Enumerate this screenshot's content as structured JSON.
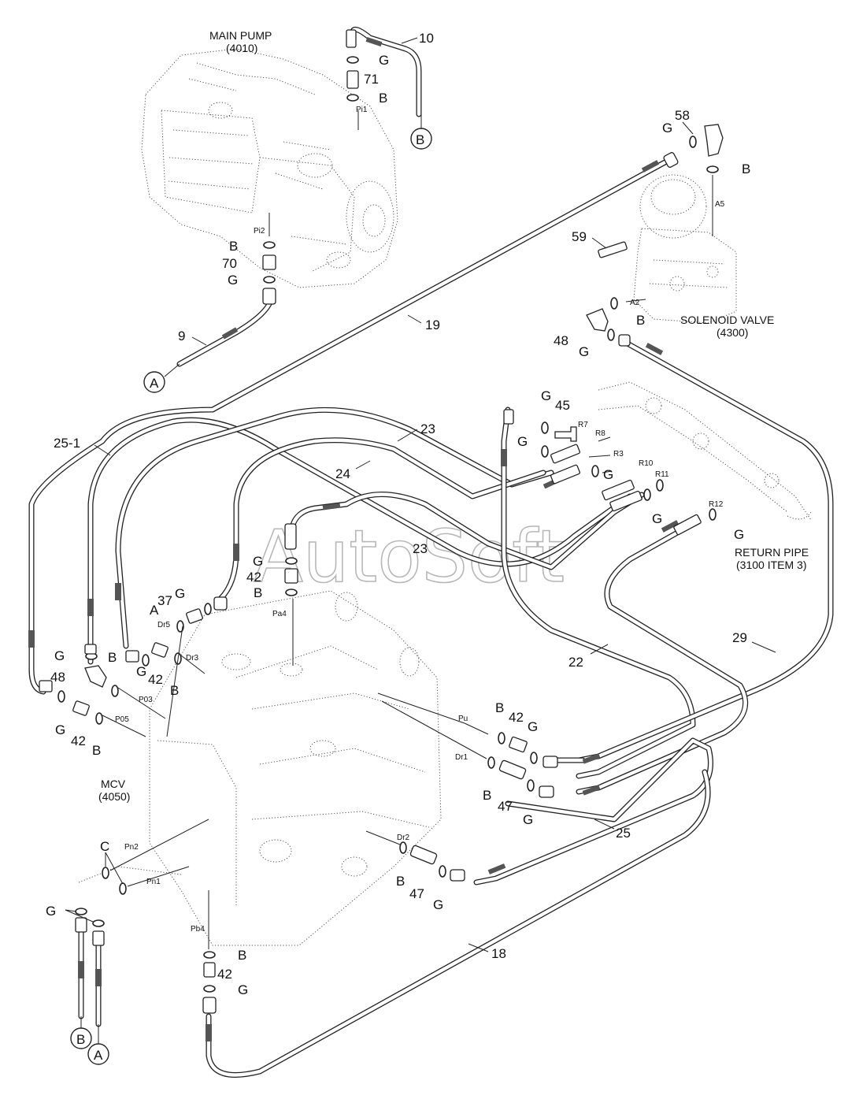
{
  "components": {
    "main_pump": {
      "name": "MAIN PUMP",
      "ref": "(4010)"
    },
    "solenoid_valve": {
      "name": "SOLENOID VALVE",
      "ref": "(4300)"
    },
    "mcv": {
      "name": "MCV",
      "ref": "(4050)"
    },
    "return_pipe": {
      "name": "RETURN PIPE",
      "ref": "(3100 ITEM 3)"
    }
  },
  "watermark": "AutoSoft",
  "ports": {
    "pi1": "Pi1",
    "pi2": "Pi2",
    "a5": "A5",
    "a2": "A2",
    "r7": "R7",
    "r8": "R8",
    "r3": "R3",
    "r10": "R10",
    "r11": "R11",
    "r12": "R12",
    "pa4": "Pa4",
    "dr5": "Dr5",
    "dr3": "Dr3",
    "p03": "P03",
    "p05": "P05",
    "pu": "Pu",
    "dr1": "Dr1",
    "dr2": "Dr2",
    "pn2": "Pn2",
    "pn1": "Pn1",
    "pb4": "Pb4"
  },
  "callouts": {
    "c10": "10",
    "c71": "71",
    "c58": "58",
    "c59": "59",
    "c70": "70",
    "c9": "9",
    "c19": "19",
    "c48a": "48",
    "c45": "45",
    "c25_1": "25-1",
    "c23a": "23",
    "c24": "24",
    "c23b": "23",
    "c42a": "42",
    "c37": "37",
    "c48b": "48",
    "c42b": "42",
    "c42c": "42",
    "c22": "22",
    "c29": "29",
    "c42d": "42",
    "c47a": "47",
    "c25": "25",
    "c47b": "47",
    "c18": "18",
    "c42e": "42"
  },
  "letters": {
    "g": "G",
    "b": "B",
    "a": "A",
    "c": "C"
  }
}
